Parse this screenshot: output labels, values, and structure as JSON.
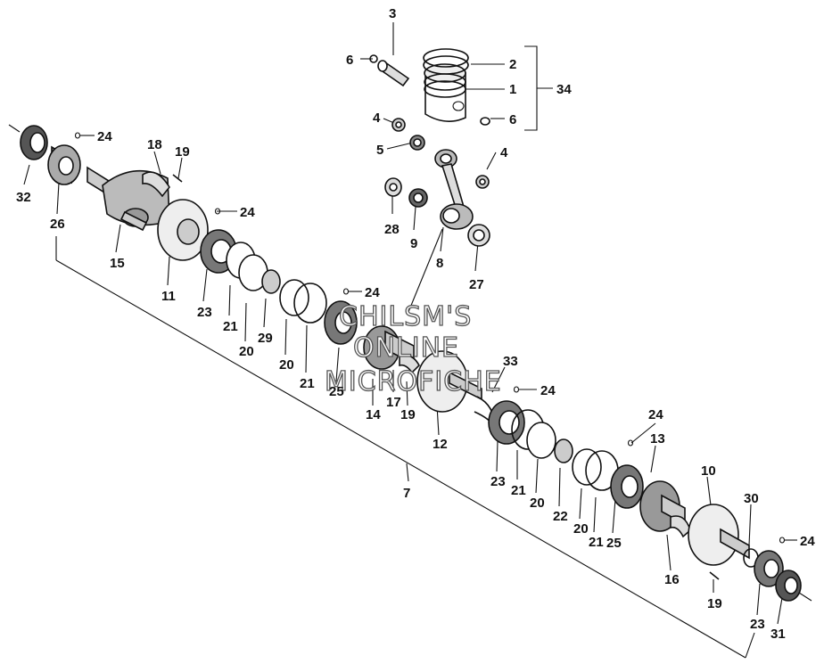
{
  "watermark": {
    "line1": "CHILSM'S",
    "line2": "ONLINE",
    "line3": "MICROFICHE"
  },
  "callouts": [
    {
      "id": "c1",
      "text": "1"
    },
    {
      "id": "c2",
      "text": "2"
    },
    {
      "id": "c3",
      "text": "3"
    },
    {
      "id": "c34",
      "text": "34"
    },
    {
      "id": "c6a",
      "text": "6"
    },
    {
      "id": "c6b",
      "text": "6"
    },
    {
      "id": "c4a",
      "text": "4"
    },
    {
      "id": "c4b",
      "text": "4"
    },
    {
      "id": "c5",
      "text": "5"
    },
    {
      "id": "c28",
      "text": "28"
    },
    {
      "id": "c9",
      "text": "9"
    },
    {
      "id": "c8",
      "text": "8"
    },
    {
      "id": "c27",
      "text": "27"
    },
    {
      "id": "c24a",
      "text": "24"
    },
    {
      "id": "c24b",
      "text": "24"
    },
    {
      "id": "c24c",
      "text": "24"
    },
    {
      "id": "c24d",
      "text": "24"
    },
    {
      "id": "c24e",
      "text": "24"
    },
    {
      "id": "c24f",
      "text": "24"
    },
    {
      "id": "c32",
      "text": "32"
    },
    {
      "id": "c26",
      "text": "26"
    },
    {
      "id": "c18",
      "text": "18"
    },
    {
      "id": "c19a",
      "text": "19"
    },
    {
      "id": "c15",
      "text": "15"
    },
    {
      "id": "c11",
      "text": "11"
    },
    {
      "id": "c23a",
      "text": "23"
    },
    {
      "id": "c21a",
      "text": "21"
    },
    {
      "id": "c20a",
      "text": "20"
    },
    {
      "id": "c29",
      "text": "29"
    },
    {
      "id": "c20b",
      "text": "20"
    },
    {
      "id": "c21b",
      "text": "21"
    },
    {
      "id": "c25a",
      "text": "25"
    },
    {
      "id": "c14",
      "text": "14"
    },
    {
      "id": "c17",
      "text": "17"
    },
    {
      "id": "c19b",
      "text": "19"
    },
    {
      "id": "c33",
      "text": "33"
    },
    {
      "id": "c12",
      "text": "12"
    },
    {
      "id": "c23b",
      "text": "23"
    },
    {
      "id": "c21c",
      "text": "21"
    },
    {
      "id": "c20c",
      "text": "20"
    },
    {
      "id": "c22",
      "text": "22"
    },
    {
      "id": "c20d",
      "text": "20"
    },
    {
      "id": "c21d",
      "text": "21"
    },
    {
      "id": "c25b",
      "text": "25"
    },
    {
      "id": "c13",
      "text": "13"
    },
    {
      "id": "c10",
      "text": "10"
    },
    {
      "id": "c16",
      "text": "16"
    },
    {
      "id": "c19c",
      "text": "19"
    },
    {
      "id": "c30",
      "text": "30"
    },
    {
      "id": "c23c",
      "text": "23"
    },
    {
      "id": "c31",
      "text": "31"
    },
    {
      "id": "c7",
      "text": "7"
    }
  ]
}
